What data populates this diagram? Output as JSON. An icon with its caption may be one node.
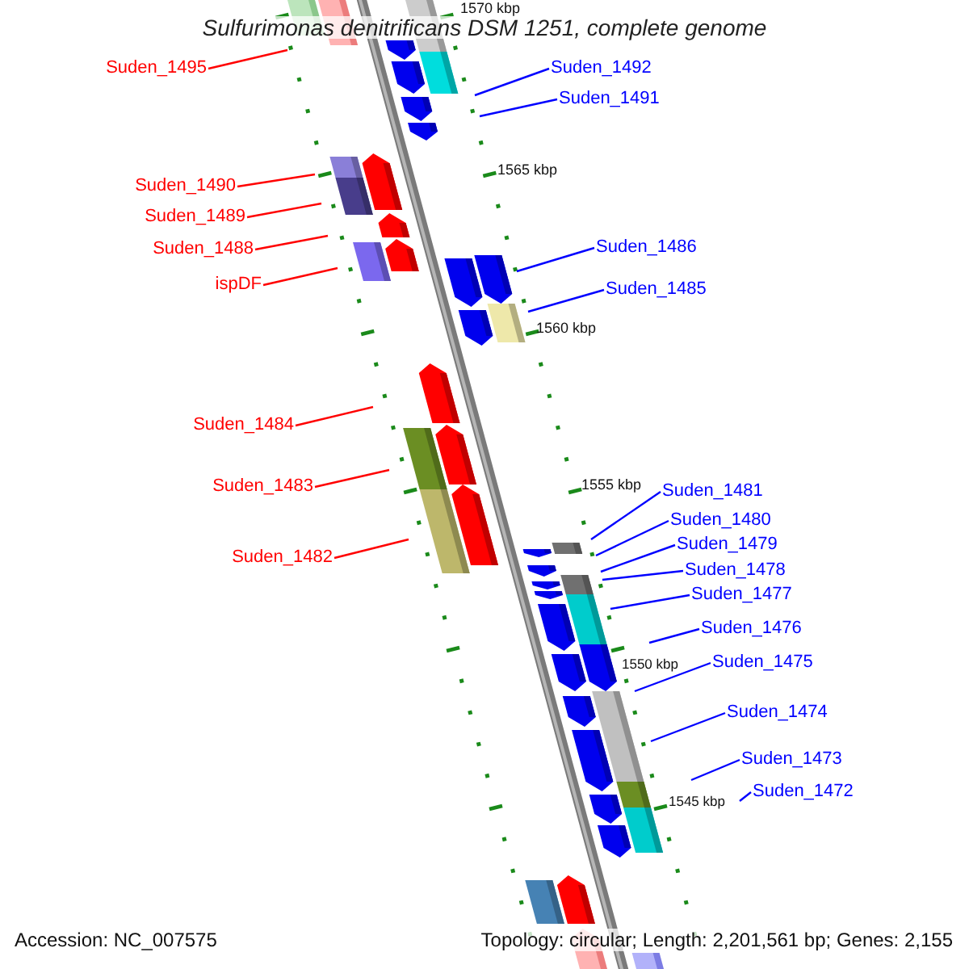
{
  "diagram": {
    "title": "Sulfurimonas denitrificans DSM 1251, complete genome",
    "nodes": [
      {
        "text": [
          "Suden_1495"
        ]
      },
      {
        "text": [
          "Suden_1492"
        ]
      },
      {
        "text": [
          "Suden_1491"
        ]
      },
      {
        "text": [
          "Suden_1490"
        ]
      },
      {
        "text": [
          "Suden_1489"
        ]
      },
      {
        "text": [
          "Suden_1488"
        ]
      },
      {
        "text": [
          "Suden_1486"
        ]
      },
      {
        "text": [
          "ispDF"
        ]
      },
      {
        "text": [
          "Suden_1485"
        ]
      },
      {
        "text": [
          "Suden_1484"
        ]
      },
      {
        "text": [
          "Suden_1483"
        ]
      },
      {
        "text": [
          "Suden_1481"
        ]
      },
      {
        "text": [
          "Suden_1480"
        ]
      },
      {
        "text": [
          "Suden_1479"
        ]
      },
      {
        "text": [
          "Suden_1482"
        ]
      },
      {
        "text": [
          "Suden_1478"
        ]
      },
      {
        "text": [
          "Suden_1477"
        ]
      },
      {
        "text": [
          "Suden_1476"
        ]
      },
      {
        "text": [
          "Suden_1475"
        ]
      },
      {
        "text": [
          "Suden_1474"
        ]
      },
      {
        "text": [
          "Suden_1473"
        ]
      },
      {
        "text": [
          "Suden_1472"
        ]
      }
    ],
    "edges": [
      {
        "from": 0,
        "to": null,
        "arrow": "none",
        "color": "#ff0000"
      },
      {
        "from": 1,
        "to": null,
        "arrow": "none"
      },
      {
        "from": 2,
        "to": null,
        "arrow": "none"
      },
      {
        "from": 3,
        "to": null,
        "arrow": "none",
        "color": "#ff0000"
      },
      {
        "from": 4,
        "to": null,
        "arrow": "none",
        "color": "#ff0000"
      },
      {
        "from": 5,
        "to": null,
        "arrow": "none",
        "color": "#ff0000"
      },
      {
        "from": 6,
        "to": null,
        "arrow": "none"
      },
      {
        "from": 7,
        "to": null,
        "arrow": "none",
        "color": "#ff0000"
      },
      {
        "from": 8,
        "to": null,
        "arrow": "none"
      },
      {
        "from": 9,
        "to": null,
        "arrow": "none",
        "color": "#ff0000"
      },
      {
        "from": 10,
        "to": null,
        "arrow": "none",
        "color": "#ff0000"
      },
      {
        "from": 11,
        "to": null,
        "arrow": "none"
      },
      {
        "from": 12,
        "to": null,
        "arrow": "none"
      },
      {
        "from": 13,
        "to": null,
        "arrow": "none"
      },
      {
        "from": 14,
        "to": null,
        "arrow": "none",
        "color": "#ff0000"
      },
      {
        "from": 15,
        "to": null,
        "arrow": "none"
      },
      {
        "from": 16,
        "to": null,
        "arrow": "none"
      },
      {
        "from": 17,
        "to": null,
        "arrow": "none"
      },
      {
        "from": 18,
        "to": null,
        "arrow": "none"
      },
      {
        "from": 19,
        "to": null,
        "arrow": "none"
      },
      {
        "from": 20,
        "to": null,
        "arrow": "none"
      },
      {
        "from": 21,
        "to": null,
        "arrow": "none"
      }
    ],
    "labels": [
      "1570 kbp",
      "1565 kbp",
      "1560 kbp",
      "1555 kbp",
      "1550 kbp",
      "1545 kbp",
      "Accession: NC_007575",
      "Topology: circular; Length: 2,201,561 bp; Genes: 2,155"
    ]
  }
}
